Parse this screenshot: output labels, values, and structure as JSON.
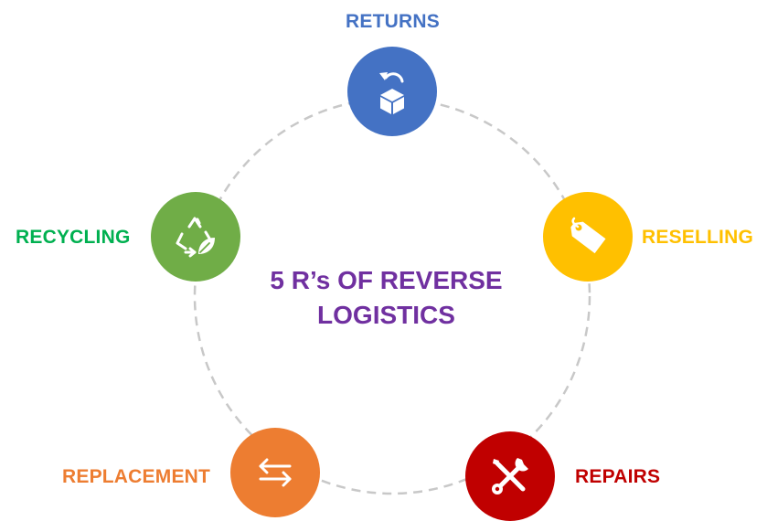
{
  "title": {
    "line1": "5 R’s OF REVERSE",
    "line2": "LOGISTICS",
    "color": "#7030A0"
  },
  "ring": {
    "stroke": "#c8c8c8"
  },
  "nodes": {
    "returns": {
      "label": "RETURNS",
      "color": "#4472C4",
      "label_color": "#4472C4",
      "icon": "box-return-icon"
    },
    "reselling": {
      "label": "RESELLING",
      "color": "#FFC000",
      "label_color": "#FFC000",
      "icon": "price-tag-icon"
    },
    "repairs": {
      "label": "REPAIRS",
      "color": "#C00000",
      "label_color": "#C00000",
      "icon": "tools-icon"
    },
    "replacement": {
      "label": "REPLACEMENT",
      "color": "#ED7D31",
      "label_color": "#ED7D31",
      "icon": "swap-arrows-icon"
    },
    "recycling": {
      "label": "RECYCLING",
      "color": "#70AD47",
      "label_color": "#00B050",
      "icon": "recycle-leaf-icon"
    }
  }
}
